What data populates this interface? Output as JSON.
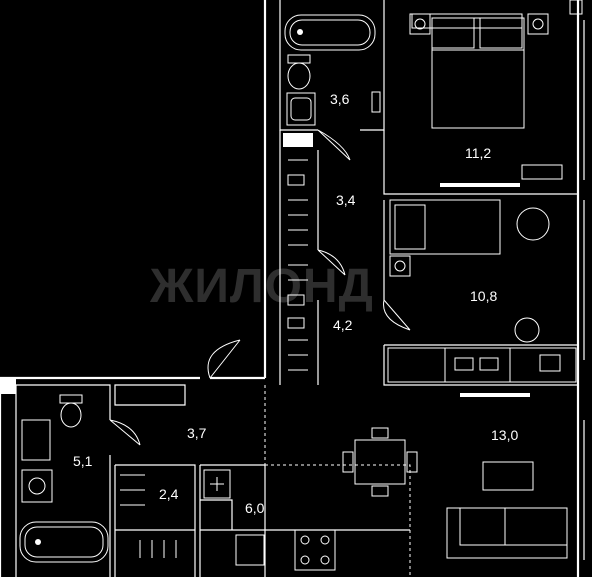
{
  "watermark": "ЖИЛОНД",
  "rooms": [
    {
      "id": "bathroom-top",
      "area": "3,6"
    },
    {
      "id": "bedroom",
      "area": "11,2"
    },
    {
      "id": "wardrobe-top",
      "area": "3,4"
    },
    {
      "id": "wardrobe-mid",
      "area": "4,2"
    },
    {
      "id": "room-2",
      "area": "10,8"
    },
    {
      "id": "bathroom-left",
      "area": "5,1"
    },
    {
      "id": "hall",
      "area": "3,7"
    },
    {
      "id": "storage",
      "area": "2,4"
    },
    {
      "id": "kitchen",
      "area": "6,0"
    },
    {
      "id": "living",
      "area": "13,0"
    }
  ],
  "icons": [
    "bathtub-icon",
    "toilet-icon",
    "sink-icon",
    "bed-icon",
    "desk-icon",
    "chair-icon",
    "hanger-icon",
    "table-icon",
    "sofa-icon",
    "washing-machine-icon",
    "stove-icon",
    "tv-icon",
    "fridge-icon"
  ]
}
